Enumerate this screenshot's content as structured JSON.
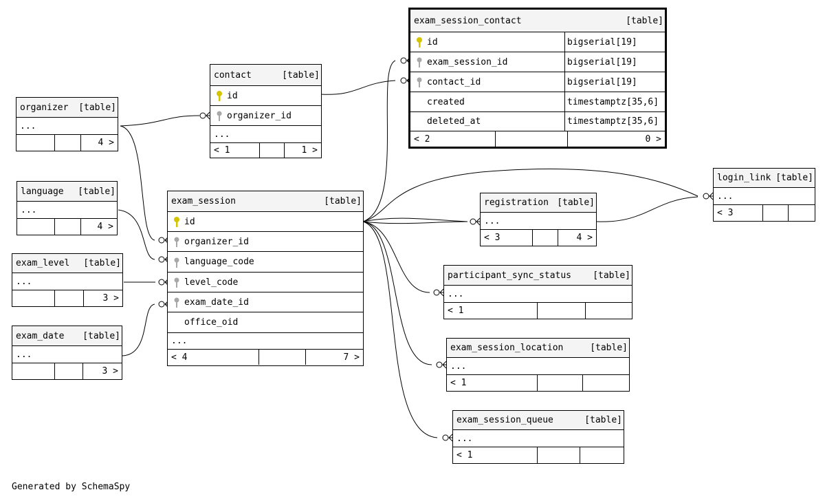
{
  "credit": "Generated by SchemaSpy",
  "tables": {
    "exam_session_contact": {
      "name": "exam_session_contact",
      "kind": "[table]",
      "columns": [
        {
          "name": "id",
          "type": "bigserial[19]",
          "key": "primary"
        },
        {
          "name": "exam_session_id",
          "type": "bigserial[19]",
          "key": "foreign"
        },
        {
          "name": "contact_id",
          "type": "bigserial[19]",
          "key": "foreign"
        },
        {
          "name": "created",
          "type": "timestamptz[35,6]",
          "key": "none"
        },
        {
          "name": "deleted_at",
          "type": "timestamptz[35,6]",
          "key": "none"
        }
      ],
      "footer": {
        "left": "< 2",
        "right": "0 >"
      }
    },
    "contact": {
      "name": "contact",
      "kind": "[table]",
      "columns": [
        {
          "name": "id",
          "key": "primary"
        },
        {
          "name": "organizer_id",
          "key": "foreign"
        }
      ],
      "ellipsis": "...",
      "footer": {
        "left": "< 1",
        "right": "1 >"
      }
    },
    "organizer": {
      "name": "organizer",
      "kind": "[table]",
      "ellipsis": "...",
      "footer": {
        "left": "",
        "right": "4 >"
      }
    },
    "language": {
      "name": "language",
      "kind": "[table]",
      "ellipsis": "...",
      "footer": {
        "left": "",
        "right": "4 >"
      }
    },
    "exam_level": {
      "name": "exam_level",
      "kind": "[table]",
      "ellipsis": "...",
      "footer": {
        "left": "",
        "right": "3 >"
      }
    },
    "exam_date": {
      "name": "exam_date",
      "kind": "[table]",
      "ellipsis": "...",
      "footer": {
        "left": "",
        "right": "3 >"
      }
    },
    "exam_session": {
      "name": "exam_session",
      "kind": "[table]",
      "columns": [
        {
          "name": "id",
          "key": "primary"
        },
        {
          "name": "organizer_id",
          "key": "foreign"
        },
        {
          "name": "language_code",
          "key": "foreign"
        },
        {
          "name": "level_code",
          "key": "foreign"
        },
        {
          "name": "exam_date_id",
          "key": "foreign"
        },
        {
          "name": "office_oid",
          "key": "none"
        }
      ],
      "ellipsis": "...",
      "footer": {
        "left": "< 4",
        "right": "7 >"
      }
    },
    "login_link": {
      "name": "login_link",
      "kind": "[table]",
      "ellipsis": "...",
      "footer": {
        "left": "< 3",
        "right": ""
      }
    },
    "registration": {
      "name": "registration",
      "kind": "[table]",
      "ellipsis": "...",
      "footer": {
        "left": "< 3",
        "right": "4 >"
      }
    },
    "participant_sync_status": {
      "name": "participant_sync_status",
      "kind": "[table]",
      "ellipsis": "...",
      "footer": {
        "left": "< 1",
        "right": ""
      }
    },
    "exam_session_location": {
      "name": "exam_session_location",
      "kind": "[table]",
      "ellipsis": "...",
      "footer": {
        "left": "< 1",
        "right": ""
      }
    },
    "exam_session_queue": {
      "name": "exam_session_queue",
      "kind": "[table]",
      "ellipsis": "...",
      "footer": {
        "left": "< 1",
        "right": ""
      }
    }
  },
  "relationships": [
    {
      "from": "contact.id",
      "to": "exam_session_contact.contact_id"
    },
    {
      "from": "exam_session.id",
      "to": "exam_session_contact.exam_session_id"
    },
    {
      "from": "organizer",
      "to": "contact.organizer_id"
    },
    {
      "from": "organizer",
      "to": "exam_session.organizer_id"
    },
    {
      "from": "language",
      "to": "exam_session.language_code"
    },
    {
      "from": "exam_level",
      "to": "exam_session.level_code"
    },
    {
      "from": "exam_date",
      "to": "exam_session.exam_date_id"
    },
    {
      "from": "exam_session.id",
      "to": "registration"
    },
    {
      "from": "exam_session.id",
      "to": "login_link"
    },
    {
      "from": "registration",
      "to": "login_link"
    },
    {
      "from": "exam_session.id",
      "to": "participant_sync_status"
    },
    {
      "from": "exam_session.id",
      "to": "exam_session_location"
    },
    {
      "from": "exam_session.id",
      "to": "exam_session_queue"
    }
  ],
  "colors": {
    "primary_key": "#d4c400",
    "foreign_key": "#a8a8a8",
    "header_bg": "#f4f4f4",
    "line": "#000000"
  }
}
